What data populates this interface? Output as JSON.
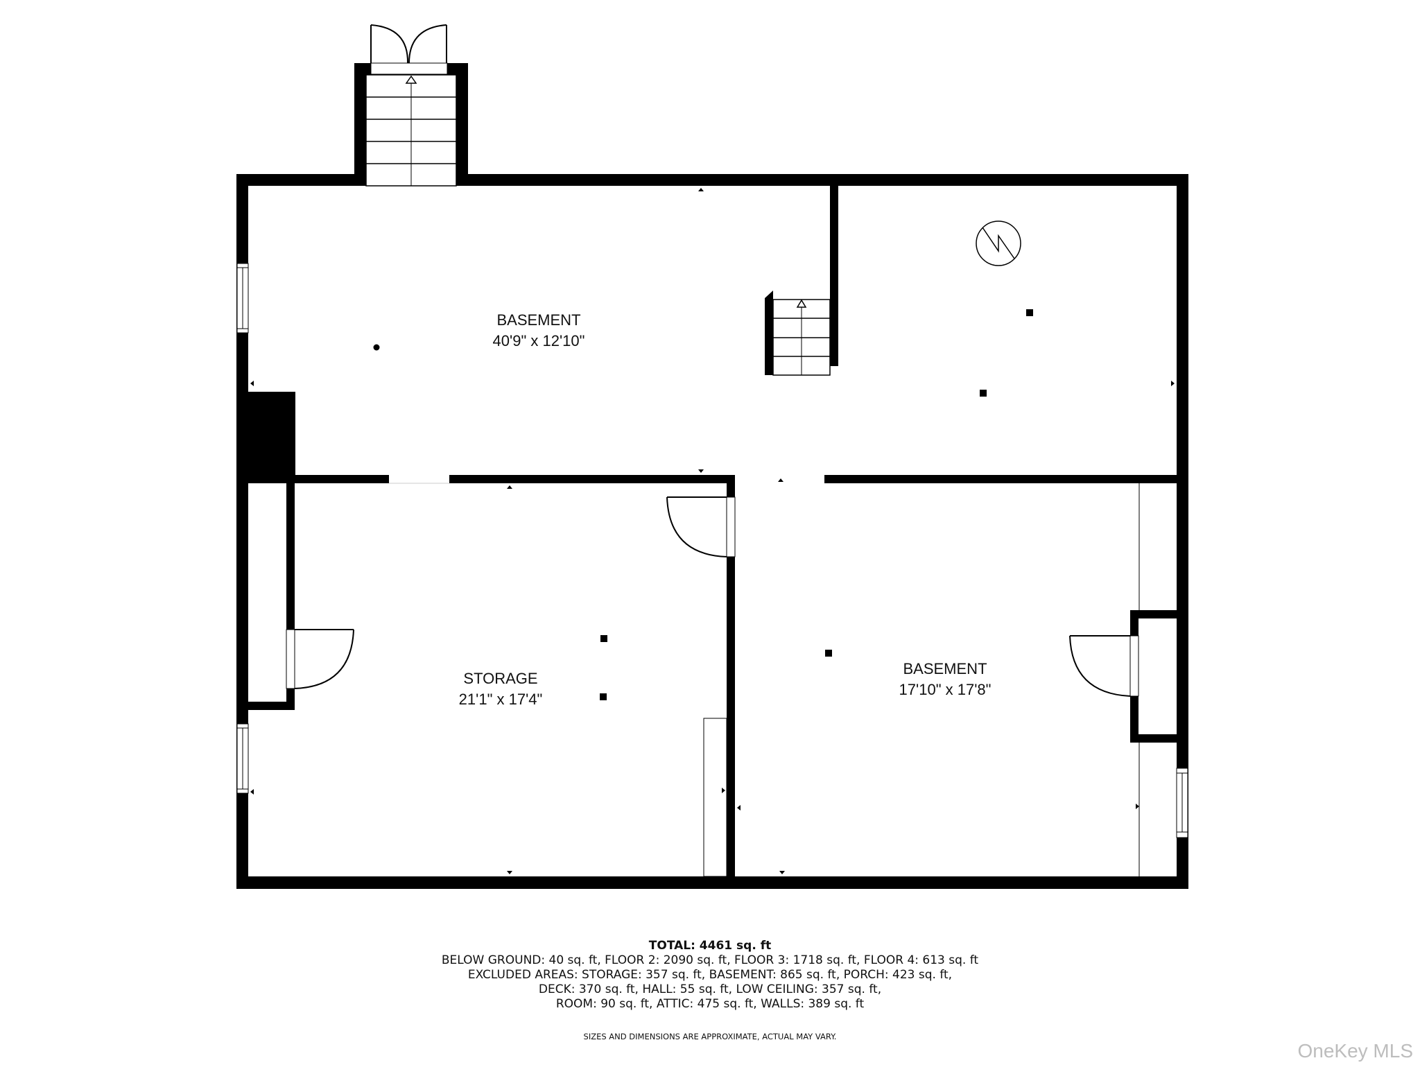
{
  "rooms": [
    {
      "name": "BASEMENT",
      "dimensions": "40'9\" x 12'10\""
    },
    {
      "name": "STORAGE",
      "dimensions": "21'1\" x 17'4\""
    },
    {
      "name": "BASEMENT",
      "dimensions": "17'10\" x 17'8\""
    }
  ],
  "summary": {
    "total": "TOTAL: 4461 sq. ft",
    "lines": [
      "BELOW GROUND: 40 sq. ft, FLOOR 2: 2090 sq. ft, FLOOR 3: 1718 sq. ft, FLOOR 4: 613 sq. ft",
      "EXCLUDED AREAS: STORAGE: 357 sq. ft, BASEMENT: 865 sq. ft, PORCH: 423 sq. ft,",
      "DECK: 370 sq. ft, HALL: 55 sq. ft, LOW CEILING: 357 sq. ft,",
      "ROOM: 90 sq. ft, ATTIC: 475 sq. ft, WALLS: 389 sq. ft"
    ],
    "disclaimer": "SIZES AND DIMENSIONS ARE APPROXIMATE, ACTUAL MAY VARY."
  },
  "watermark": "OneKey MLS",
  "icons": {
    "panel": "electrical-panel-icon",
    "stairs": "stairs-icon",
    "door": "door-swing-icon",
    "window": "window-icon"
  },
  "colors": {
    "wall": "#000000",
    "background": "#ffffff",
    "watermark": "#bdbdbd"
  }
}
